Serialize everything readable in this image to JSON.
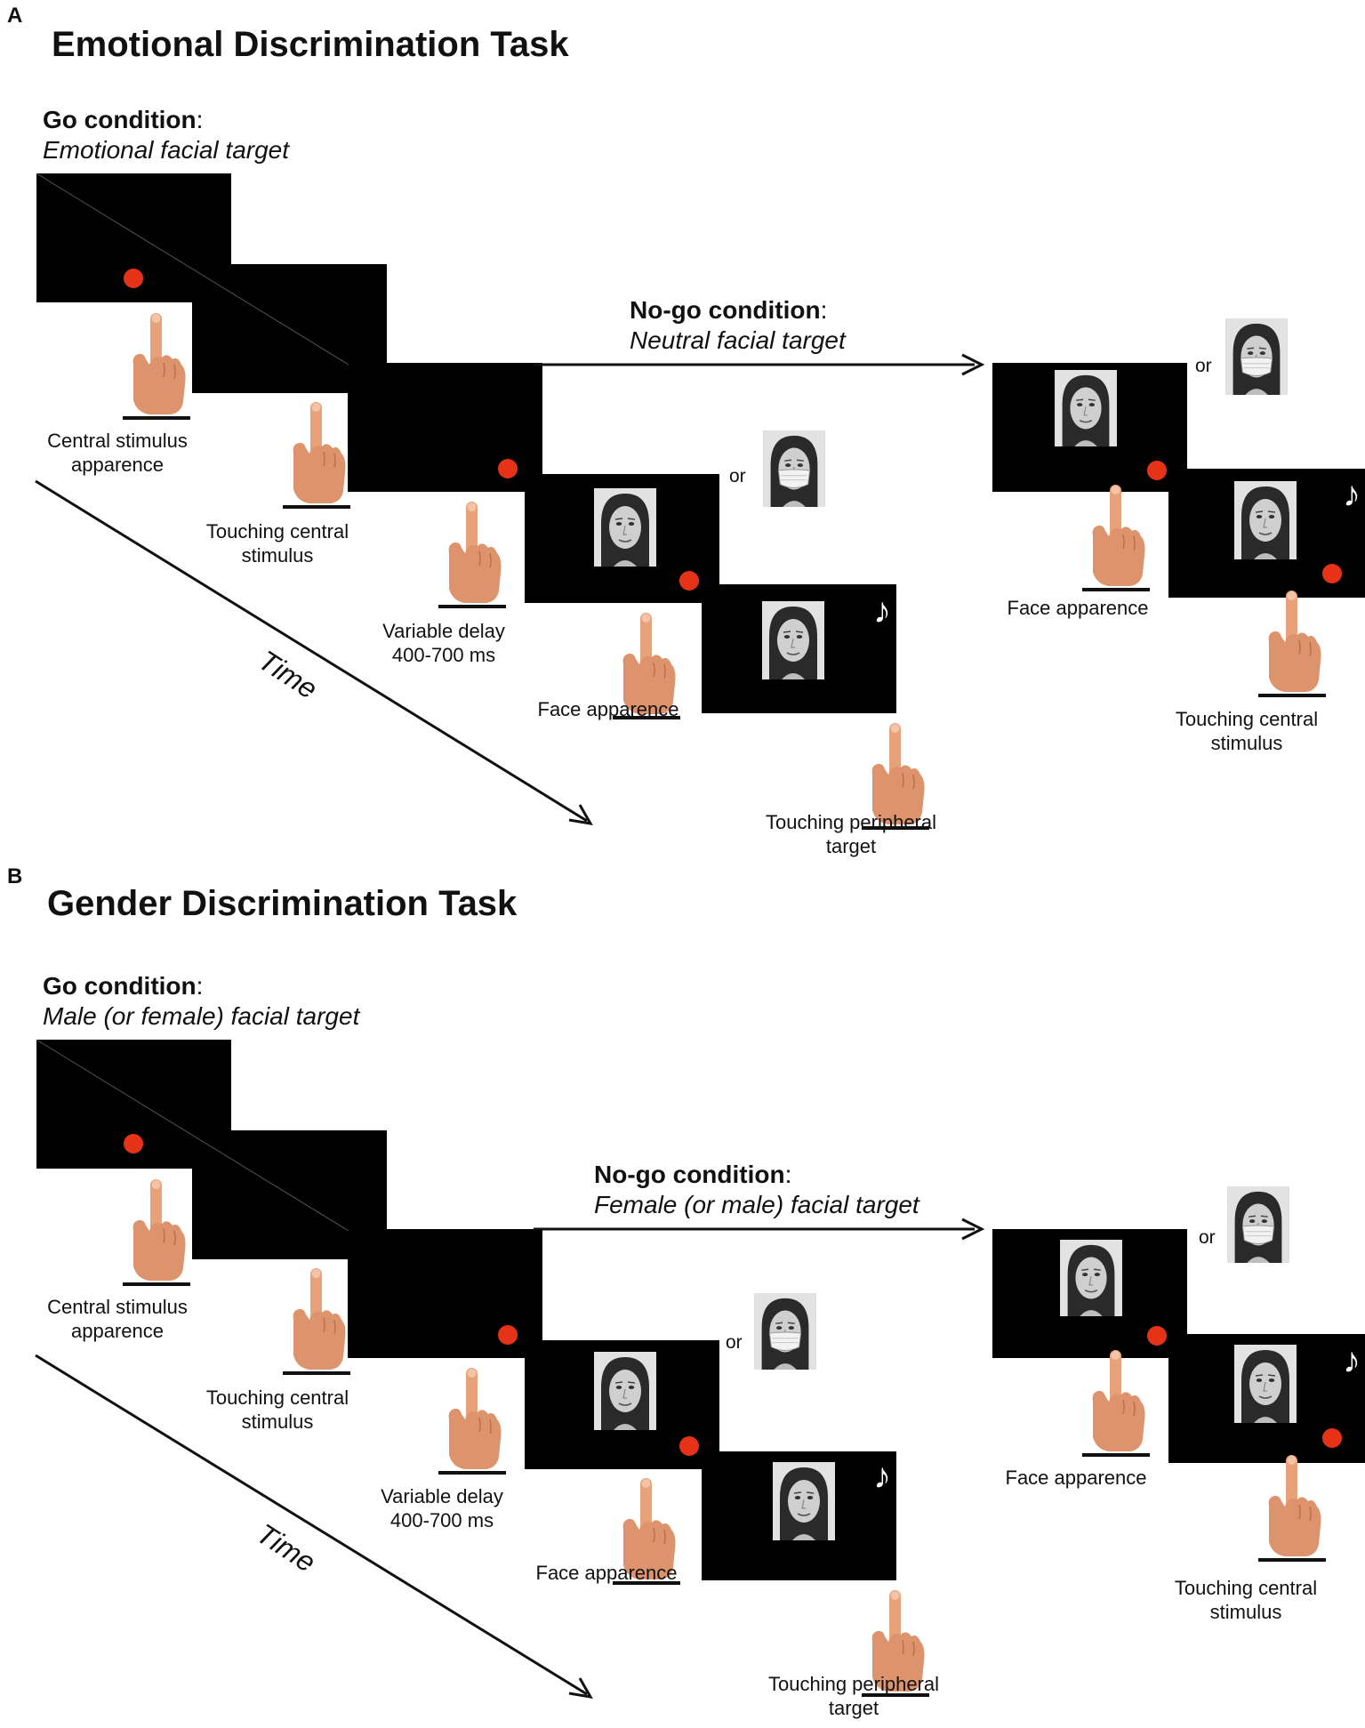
{
  "panels": [
    {
      "letter": "A",
      "title": "Emotional Discrimination Task",
      "go": {
        "bold": "Go condition",
        "colon": ":",
        "italic": "Emotional facial target"
      },
      "nogo": {
        "bold": "No-go condition",
        "colon": ":",
        "italic": "Neutral facial target"
      },
      "labels": {
        "step1": [
          "Central stimulus",
          "apparence"
        ],
        "step2": [
          "Touching central",
          "stimulus"
        ],
        "step3": [
          "Variable delay",
          "400-700 ms"
        ],
        "step4": [
          "Face apparence"
        ],
        "step5": [
          "Touching peripheral",
          "target"
        ],
        "nogo1": [
          "Face apparence"
        ],
        "nogo2": [
          "Touching central",
          "stimulus"
        ]
      },
      "or": "or",
      "time": "Time",
      "note_glyph": "♪"
    },
    {
      "letter": "B",
      "title": "Gender Discrimination Task",
      "go": {
        "bold": "Go condition",
        "colon": ":",
        "italic": "Male (or female) facial target"
      },
      "nogo": {
        "bold": "No-go condition",
        "colon": ":",
        "italic": "Female (or male) facial target"
      },
      "labels": {
        "step1": [
          "Central stimulus",
          "apparence"
        ],
        "step2": [
          "Touching central",
          "stimulus"
        ],
        "step3": [
          "Variable delay",
          "400-700 ms"
        ],
        "step4": [
          "Face apparence"
        ],
        "step5": [
          "Touching peripheral",
          "target"
        ],
        "nogo1": [
          "Face apparence"
        ],
        "nogo2": [
          "Touching central",
          "stimulus"
        ]
      },
      "or": "or",
      "time": "Time",
      "note_glyph": "♪"
    }
  ],
  "colors": {
    "screen": "#000000",
    "dot": "#e63317",
    "skin": "#e8a27a",
    "text": "#111111"
  },
  "icons": [
    "hand-pointing-icon",
    "face-photo-icon",
    "masked-face-photo-icon",
    "music-note-icon",
    "arrow-icon"
  ]
}
